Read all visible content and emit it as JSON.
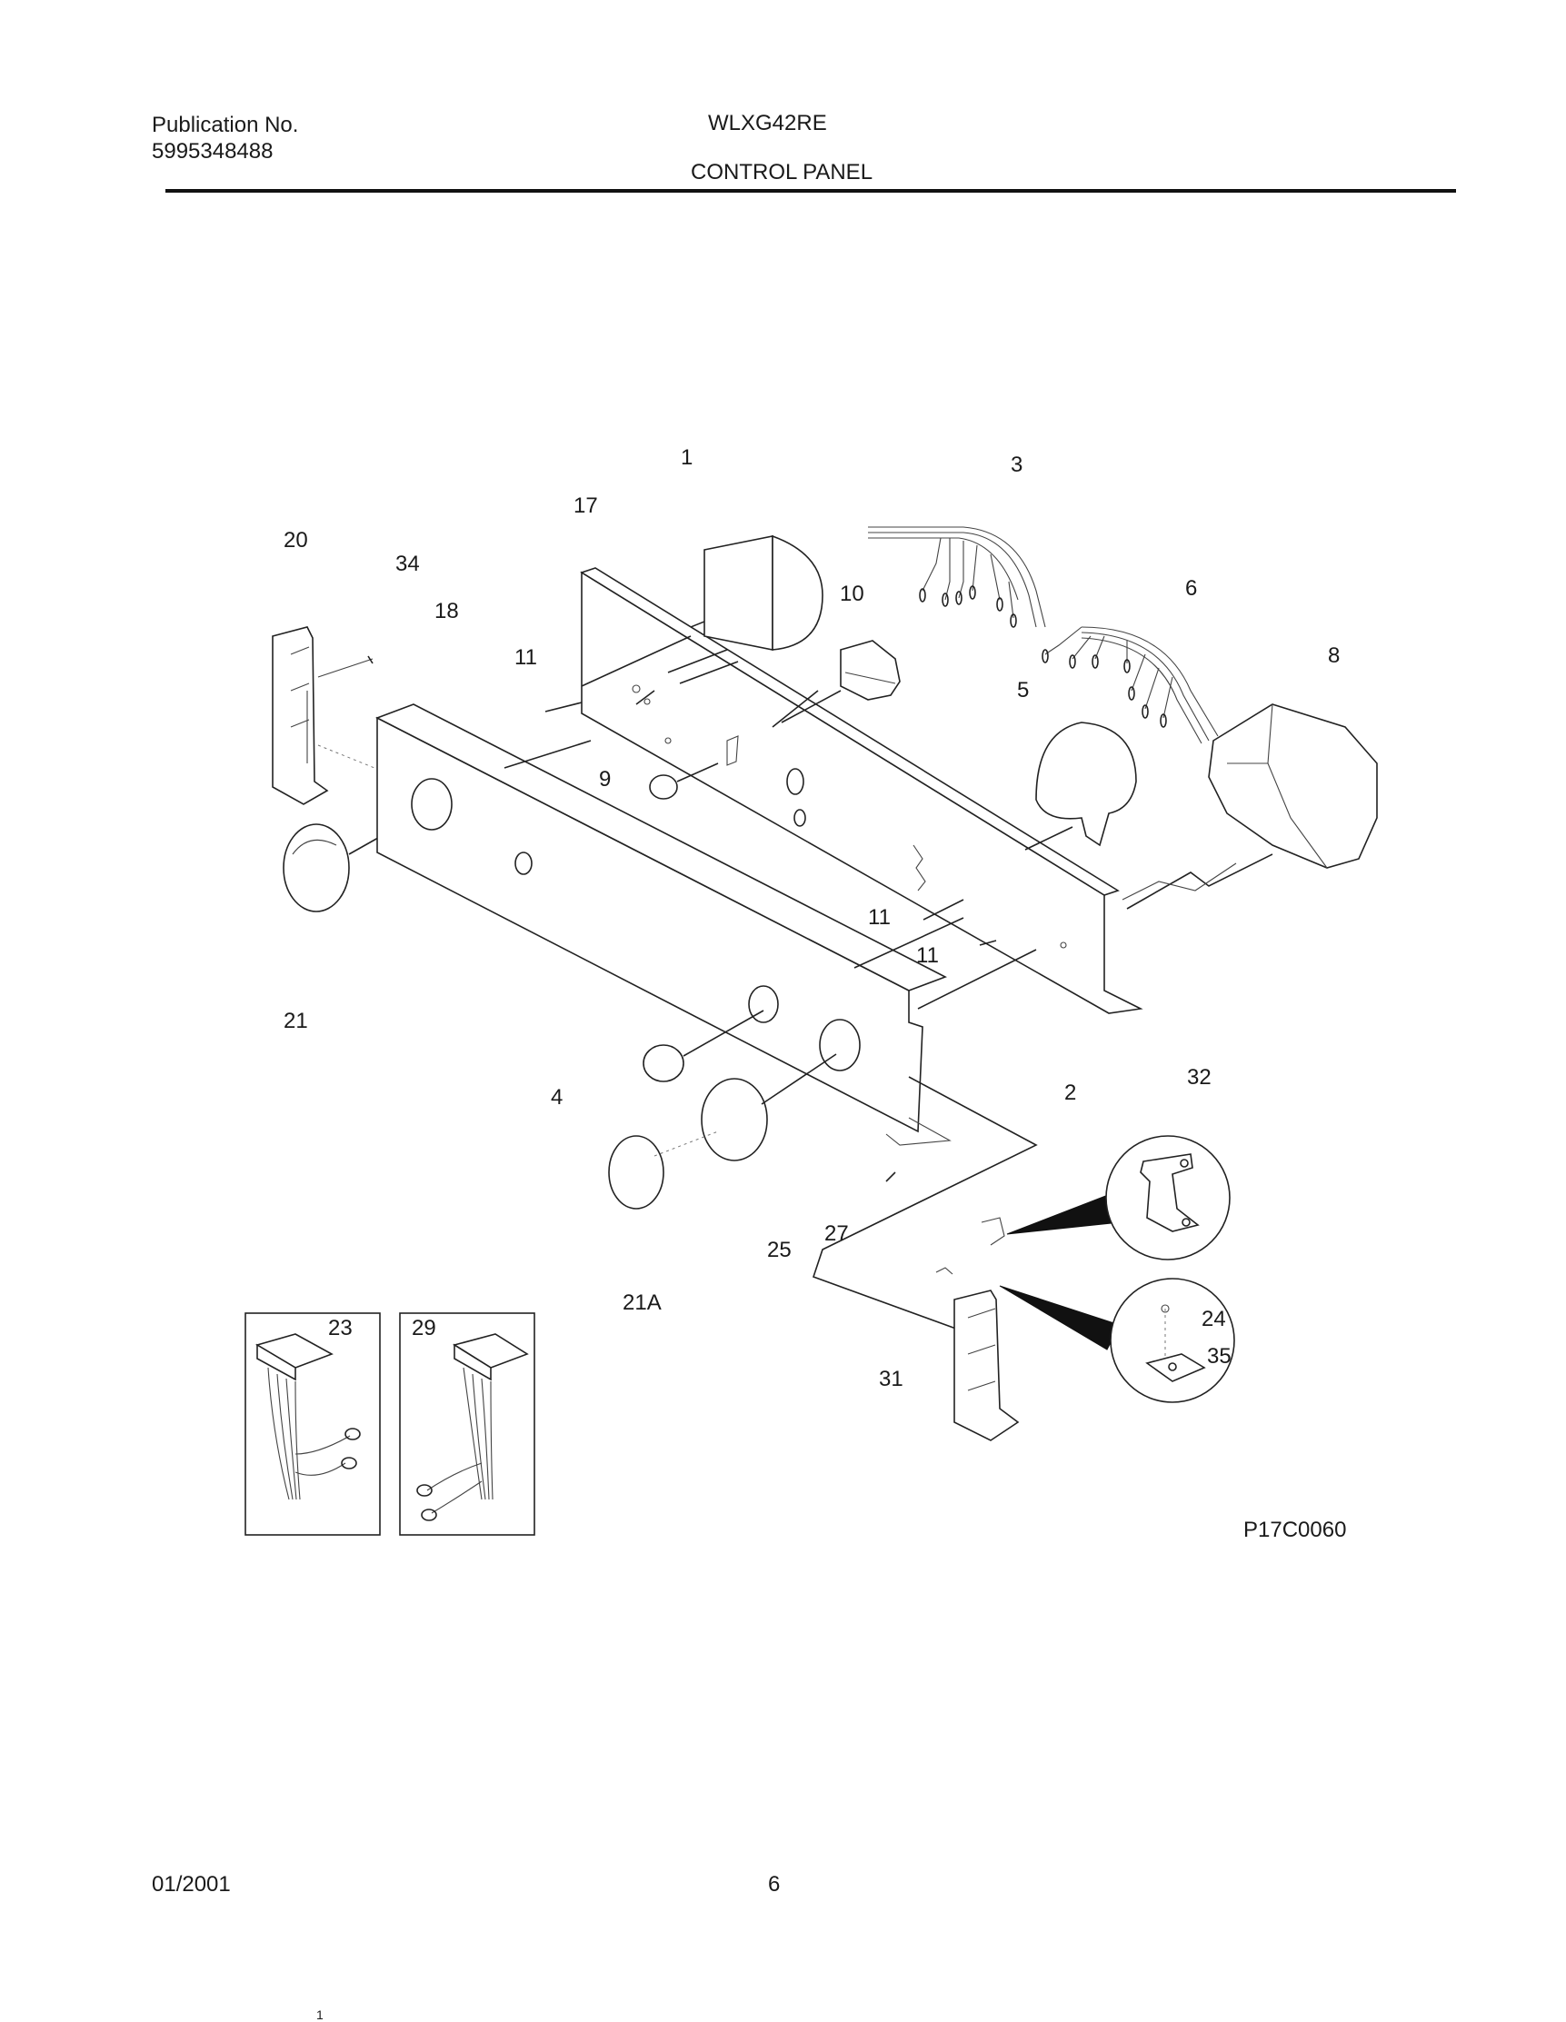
{
  "header": {
    "publication_label": "Publication No.",
    "publication_number": "5995348488",
    "model": "WLXG42RE",
    "section_title": "CONTROL PANEL"
  },
  "diagram": {
    "callouts": [
      "1",
      "3",
      "17",
      "20",
      "34",
      "10",
      "6",
      "18",
      "11",
      "8",
      "5",
      "9",
      "11",
      "11",
      "21",
      "32",
      "2",
      "4",
      "27",
      "25",
      "21A",
      "23",
      "29",
      "24",
      "35",
      "31"
    ],
    "figure_code": "P17C0060"
  },
  "footer": {
    "date": "01/2001",
    "page_number": "6",
    "scan_mark": "1"
  }
}
